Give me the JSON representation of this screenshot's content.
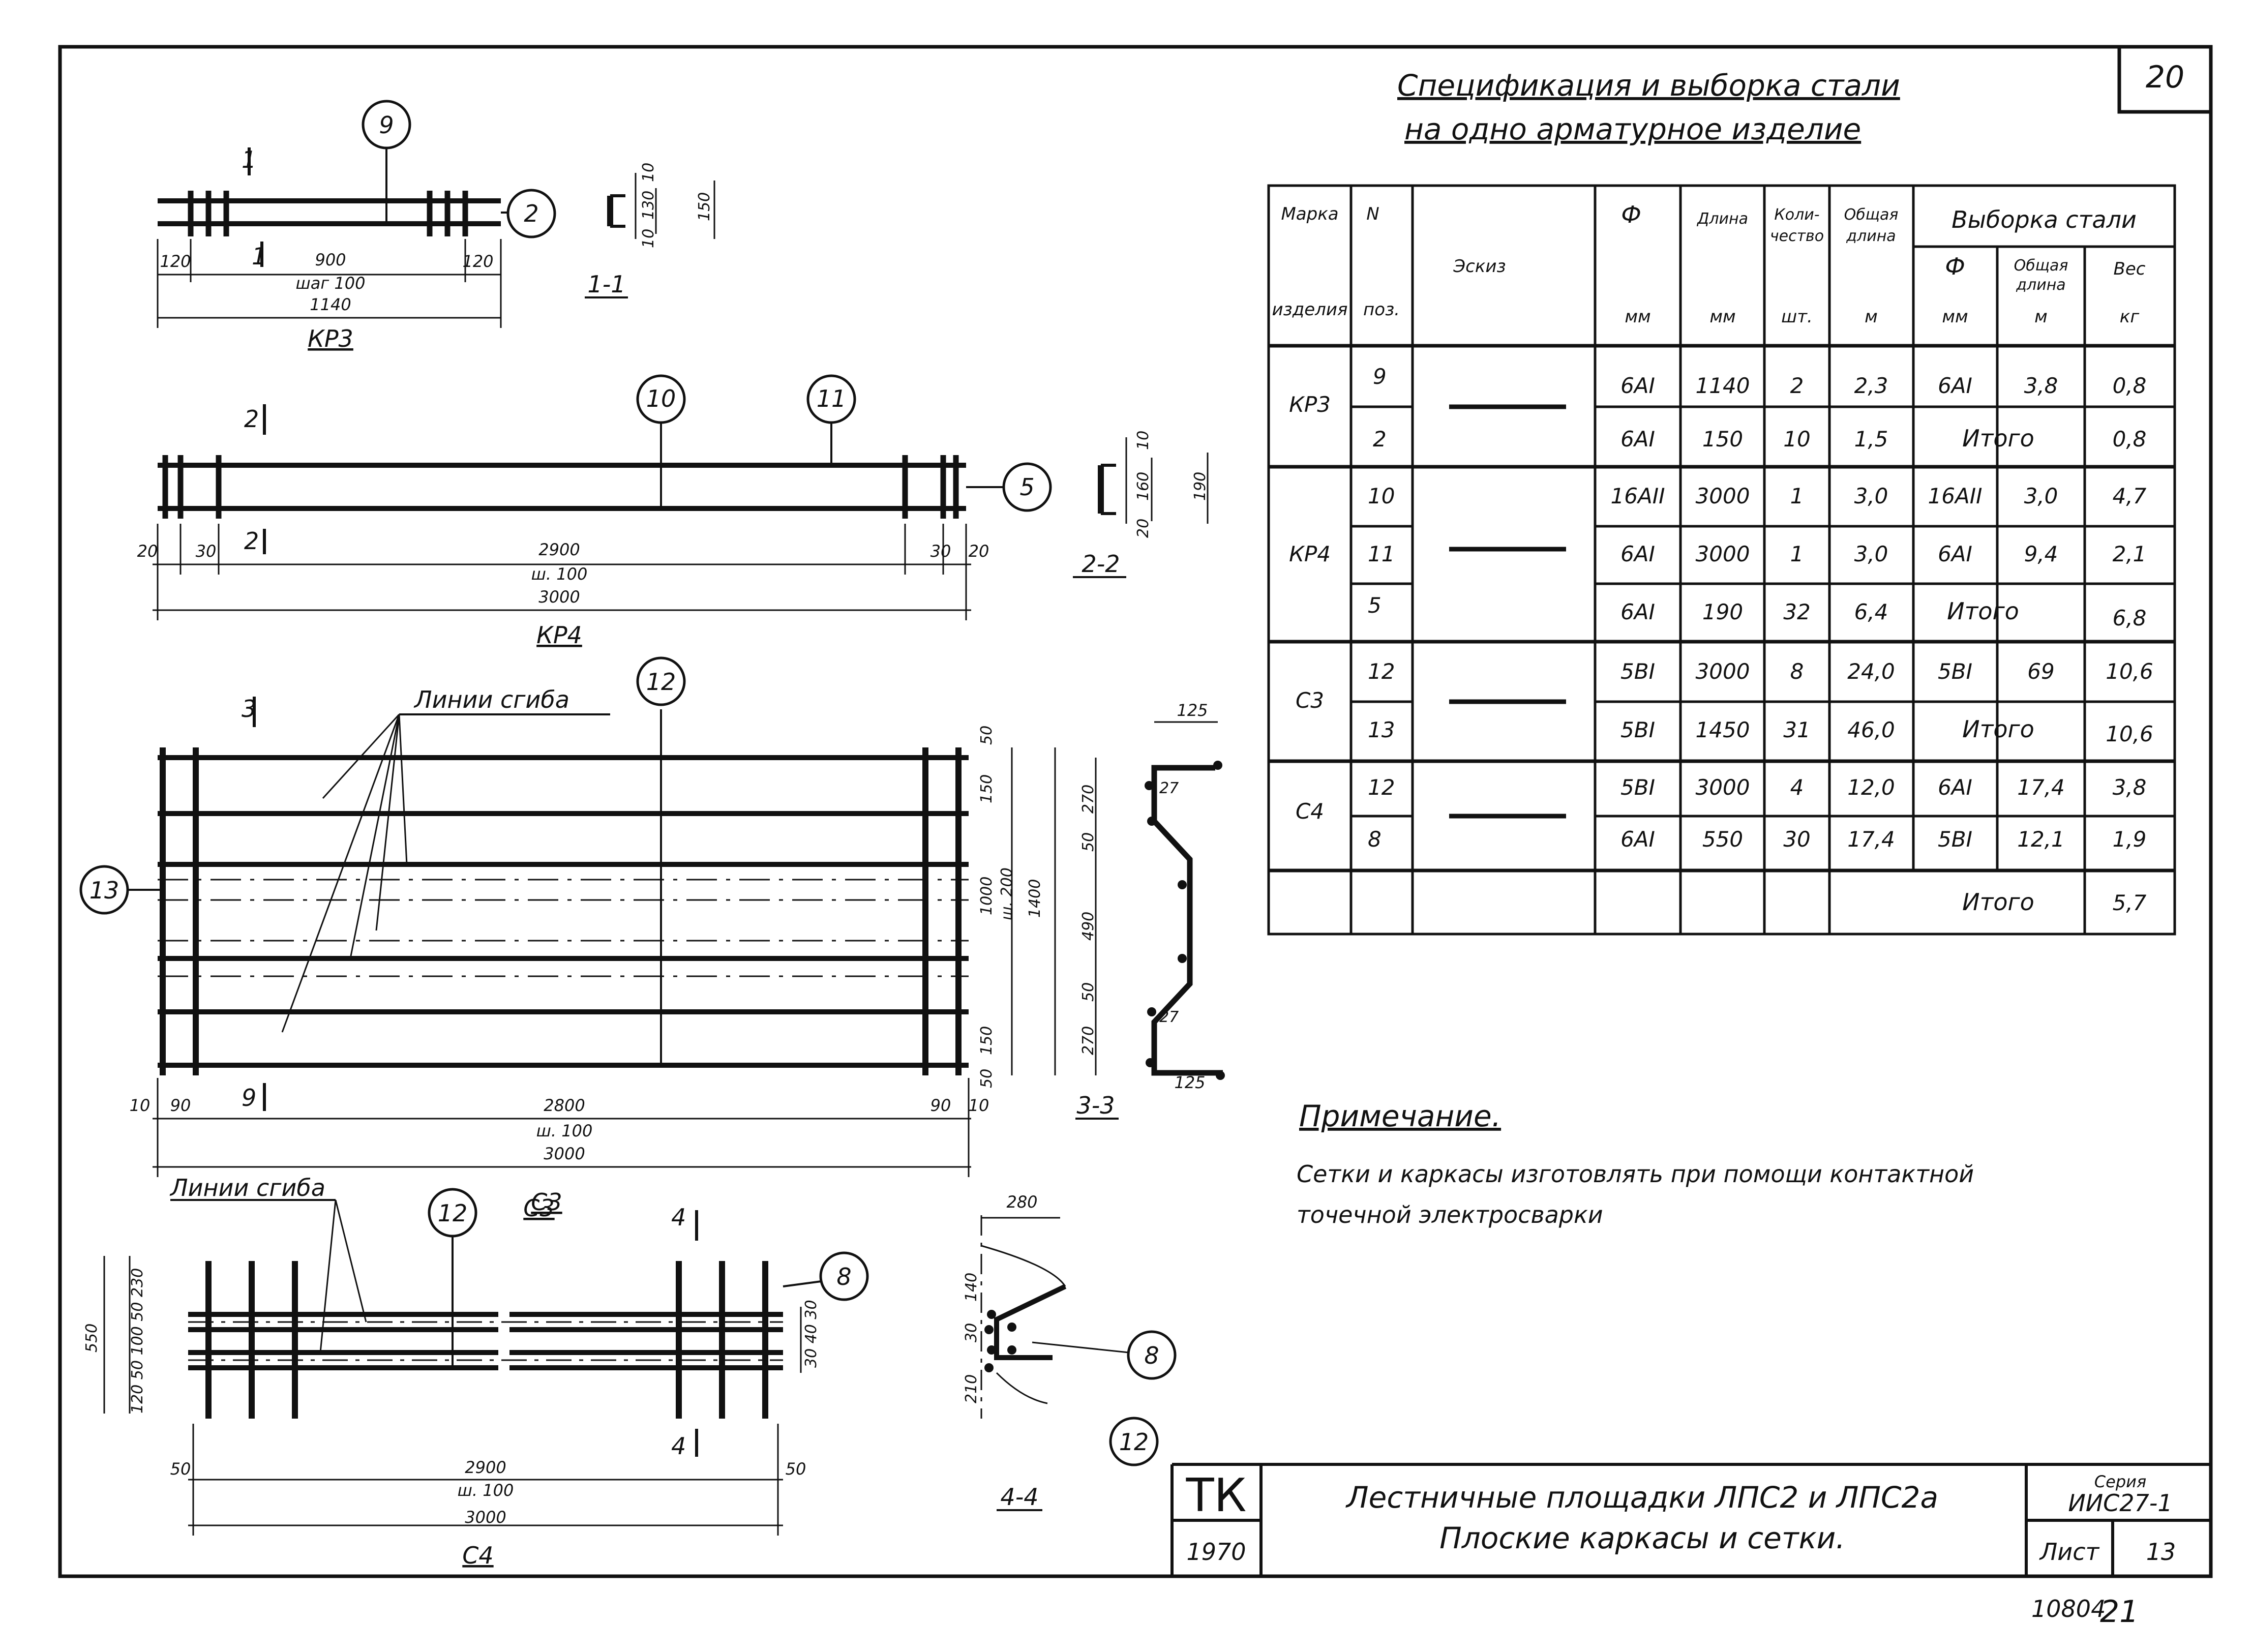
{
  "sheet": {
    "sheet_number_top": "20",
    "stamp_number": "10804",
    "stamp_page": "21"
  },
  "spec": {
    "title_line1": "Спецификация и выборка стали",
    "title_line2": "на одно арматурное изделие",
    "headers": {
      "mark": "Марка",
      "mark_sub": "изделия",
      "num": "N",
      "num_sub": "поз.",
      "sketch": "Эскиз",
      "phi": "Ф",
      "phi_unit": "мм",
      "length": "Длина",
      "length_unit": "мм",
      "qty": "Коли-",
      "qty2": "чество",
      "qty_unit": "шт.",
      "total": "Общая",
      "total2": "длина",
      "total_unit": "м",
      "selection": "Выборка стали",
      "sel_phi": "Ф",
      "sel_phi_unit": "мм",
      "sel_total": "Общая",
      "sel_total2": "длина",
      "sel_total_unit": "м",
      "weight": "Вес",
      "weight_unit": "кг"
    },
    "groups": [
      {
        "mark": "КР3",
        "rows": [
          {
            "pos": "9",
            "phi": "6AI",
            "len": "1140",
            "qty": "2",
            "tot": "2,3",
            "s_phi": "6AI",
            "s_len": "3,8",
            "w": "0,8",
            "itogo": ""
          },
          {
            "pos": "2",
            "phi": "6AI",
            "len": "150",
            "qty": "10",
            "tot": "1,5",
            "s_phi": "",
            "s_len": "",
            "w": "0,8",
            "itogo": "Итого"
          }
        ]
      },
      {
        "mark": "КР4",
        "rows": [
          {
            "pos": "10",
            "phi": "16AII",
            "len": "3000",
            "qty": "1",
            "tot": "3,0",
            "s_phi": "16AII",
            "s_len": "3,0",
            "w": "4,7",
            "itogo": ""
          },
          {
            "pos": "11",
            "phi": "6AI",
            "len": "3000",
            "qty": "1",
            "tot": "3,0",
            "s_phi": "6AI",
            "s_len": "9,4",
            "w": "2,1",
            "itogo": ""
          },
          {
            "pos": "5",
            "phi": "6AI",
            "len": "190",
            "qty": "32",
            "tot": "6,4",
            "s_phi": "",
            "s_len": "",
            "w": "6,8",
            "itogo": "Итого"
          }
        ]
      },
      {
        "mark": "С3",
        "rows": [
          {
            "pos": "12",
            "phi": "5BI",
            "len": "3000",
            "qty": "8",
            "tot": "24,0",
            "s_phi": "5BI",
            "s_len": "69",
            "w": "10,6",
            "itogo": ""
          },
          {
            "pos": "13",
            "phi": "5BI",
            "len": "1450",
            "qty": "31",
            "tot": "46,0",
            "s_phi": "",
            "s_len": "",
            "w": "10,6",
            "itogo": "Итого"
          }
        ]
      },
      {
        "mark": "С4",
        "rows": [
          {
            "pos": "12",
            "phi": "5BI",
            "len": "3000",
            "qty": "4",
            "tot": "12,0",
            "s_phi": "6AI",
            "s_len": "17,4",
            "w": "3,8",
            "itogo": ""
          },
          {
            "pos": "8",
            "phi": "6AI",
            "len": "550",
            "qty": "30",
            "tot": "17,4",
            "s_phi": "5BI",
            "s_len": "12,1",
            "w": "1,9",
            "itogo": ""
          }
        ]
      }
    ],
    "final_itogo_label": "Итого",
    "final_itogo_value": "5,7"
  },
  "note": {
    "title": "Примечание.",
    "line1": "Сетки и каркасы изготовлять при помощи контактной",
    "line2": "точечной электросварки"
  },
  "title_block": {
    "org": "ТК",
    "year": "1970",
    "title_line1": "Лестничные площадки ЛПС2 и ЛПС2а",
    "title_line2": "Плоские каркасы и сетки.",
    "series_label": "Серия",
    "series_value": "ИИС27-1",
    "sheet_label": "Лист",
    "sheet_value": "13"
  },
  "drawings": {
    "kr3": {
      "name": "КР3",
      "cut": "1",
      "pos_top": "9",
      "pos_right": "2",
      "dim_left": "120",
      "dim_mid": "900",
      "dim_right": "120",
      "step": "шаг 100",
      "total": "1140",
      "section_name": "1-1",
      "sec_d1": "10",
      "sec_d2": "130",
      "sec_d3": "10",
      "sec_total": "150"
    },
    "kr4": {
      "name": "КР4",
      "cut": "2",
      "pos_top1": "10",
      "pos_top2": "11",
      "pos_right": "5",
      "dim_l1": "20",
      "dim_l2": "30",
      "dim_mid": "2900",
      "dim_r1": "30",
      "dim_r2": "20",
      "step": "ш. 100",
      "total": "3000",
      "section_name": "2-2",
      "sec_d1": "10",
      "sec_d2": "160",
      "sec_d3": "20",
      "sec_total": "190"
    },
    "c3": {
      "name": "С3",
      "cut": "3",
      "cut_bottom": "9",
      "pos_top": "12",
      "pos_left": "13",
      "bend_label": "Линии сгиба",
      "dim_l1": "10",
      "dim_l2": "90",
      "dim_mid": "2800",
      "dim_r1": "90",
      "dim_r2": "10",
      "step": "ш. 100",
      "total": "3000",
      "v_top": "50",
      "v_150a": "150",
      "v_1000": "1000",
      "v_step": "ш. 200",
      "v_1400": "1400",
      "v_150b": "150",
      "v_bot": "50",
      "section_name": "3-3",
      "s_125a": "125",
      "s_270a": "270",
      "s_50a": "50",
      "s_490": "490",
      "s_50b": "50",
      "s_270b": "270",
      "s_27a": "27",
      "s_27b": "27",
      "s_125b": "125"
    },
    "c4": {
      "name": "С4",
      "cut": "4",
      "pos_top": "12",
      "pos_right": "8",
      "bend_label": "Линии сгиба",
      "dim_l": "50",
      "dim_mid": "2900",
      "dim_r": "50",
      "step": "ш. 100",
      "total": "3000",
      "v_550": "550",
      "v_chain": "120 50 100 50 230",
      "v_right": "30 40 30",
      "section_name": "4-4",
      "s_280": "280",
      "s_140": "140",
      "s_30": "30",
      "s_210": "210",
      "pos_8": "8",
      "pos_12": "12"
    }
  }
}
